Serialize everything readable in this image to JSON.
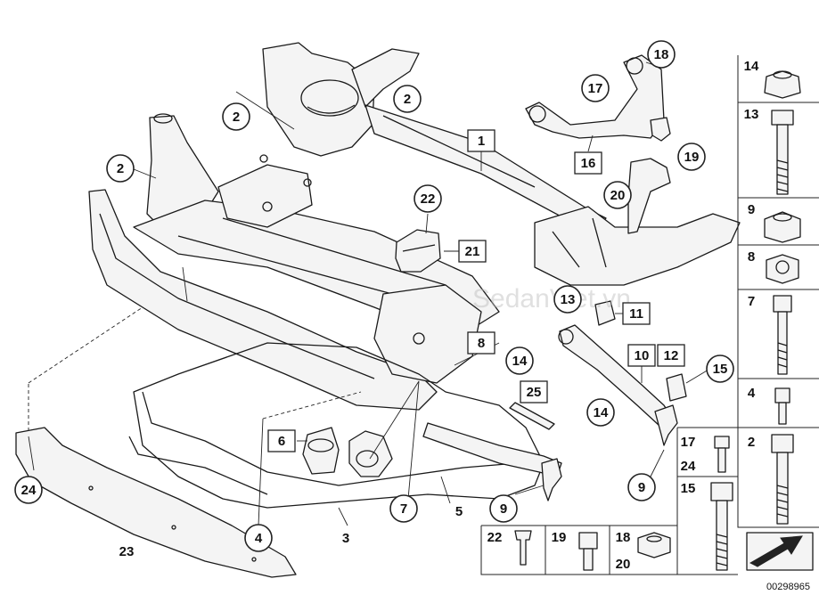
{
  "diagram": {
    "callouts": [
      {
        "text": "2",
        "shape": "circle"
      },
      {
        "text": "2",
        "shape": "circle"
      },
      {
        "text": "2",
        "shape": "circle"
      },
      {
        "text": "1",
        "shape": "square"
      },
      {
        "text": "18",
        "shape": "circle"
      },
      {
        "text": "17",
        "shape": "circle"
      },
      {
        "text": "16",
        "shape": "square"
      },
      {
        "text": "19",
        "shape": "circle"
      },
      {
        "text": "20",
        "shape": "circle"
      },
      {
        "text": "22",
        "shape": "circle"
      },
      {
        "text": "21",
        "shape": "square"
      },
      {
        "text": "13",
        "shape": "circle"
      },
      {
        "text": "11",
        "shape": "square"
      },
      {
        "text": "8",
        "shape": "square"
      },
      {
        "text": "14",
        "shape": "circle"
      },
      {
        "text": "10",
        "shape": "square"
      },
      {
        "text": "12",
        "shape": "square"
      },
      {
        "text": "15",
        "shape": "circle"
      },
      {
        "text": "25",
        "shape": "square"
      },
      {
        "text": "14",
        "shape": "circle"
      },
      {
        "text": "6",
        "shape": "square"
      },
      {
        "text": "7",
        "shape": "circle"
      },
      {
        "text": "5",
        "shape": "plain"
      },
      {
        "text": "9",
        "shape": "circle"
      },
      {
        "text": "9",
        "shape": "circle"
      },
      {
        "text": "24",
        "shape": "circle"
      },
      {
        "text": "23",
        "shape": "plain"
      },
      {
        "text": "4",
        "shape": "circle"
      },
      {
        "text": "3",
        "shape": "plain"
      }
    ],
    "fasteners_column": [
      {
        "text": "14"
      },
      {
        "text": "13"
      },
      {
        "text": "9"
      },
      {
        "text": "8"
      },
      {
        "text": "7"
      },
      {
        "text": "4"
      },
      {
        "text": "2"
      }
    ],
    "fasteners_grid": [
      {
        "text": "17"
      },
      {
        "text": "24"
      },
      {
        "text": "15"
      },
      {
        "text": "22"
      },
      {
        "text": "19"
      },
      {
        "text": "18"
      },
      {
        "text": "20"
      }
    ],
    "watermark": "SedanViet.vn",
    "drawing_number": "00298965"
  }
}
